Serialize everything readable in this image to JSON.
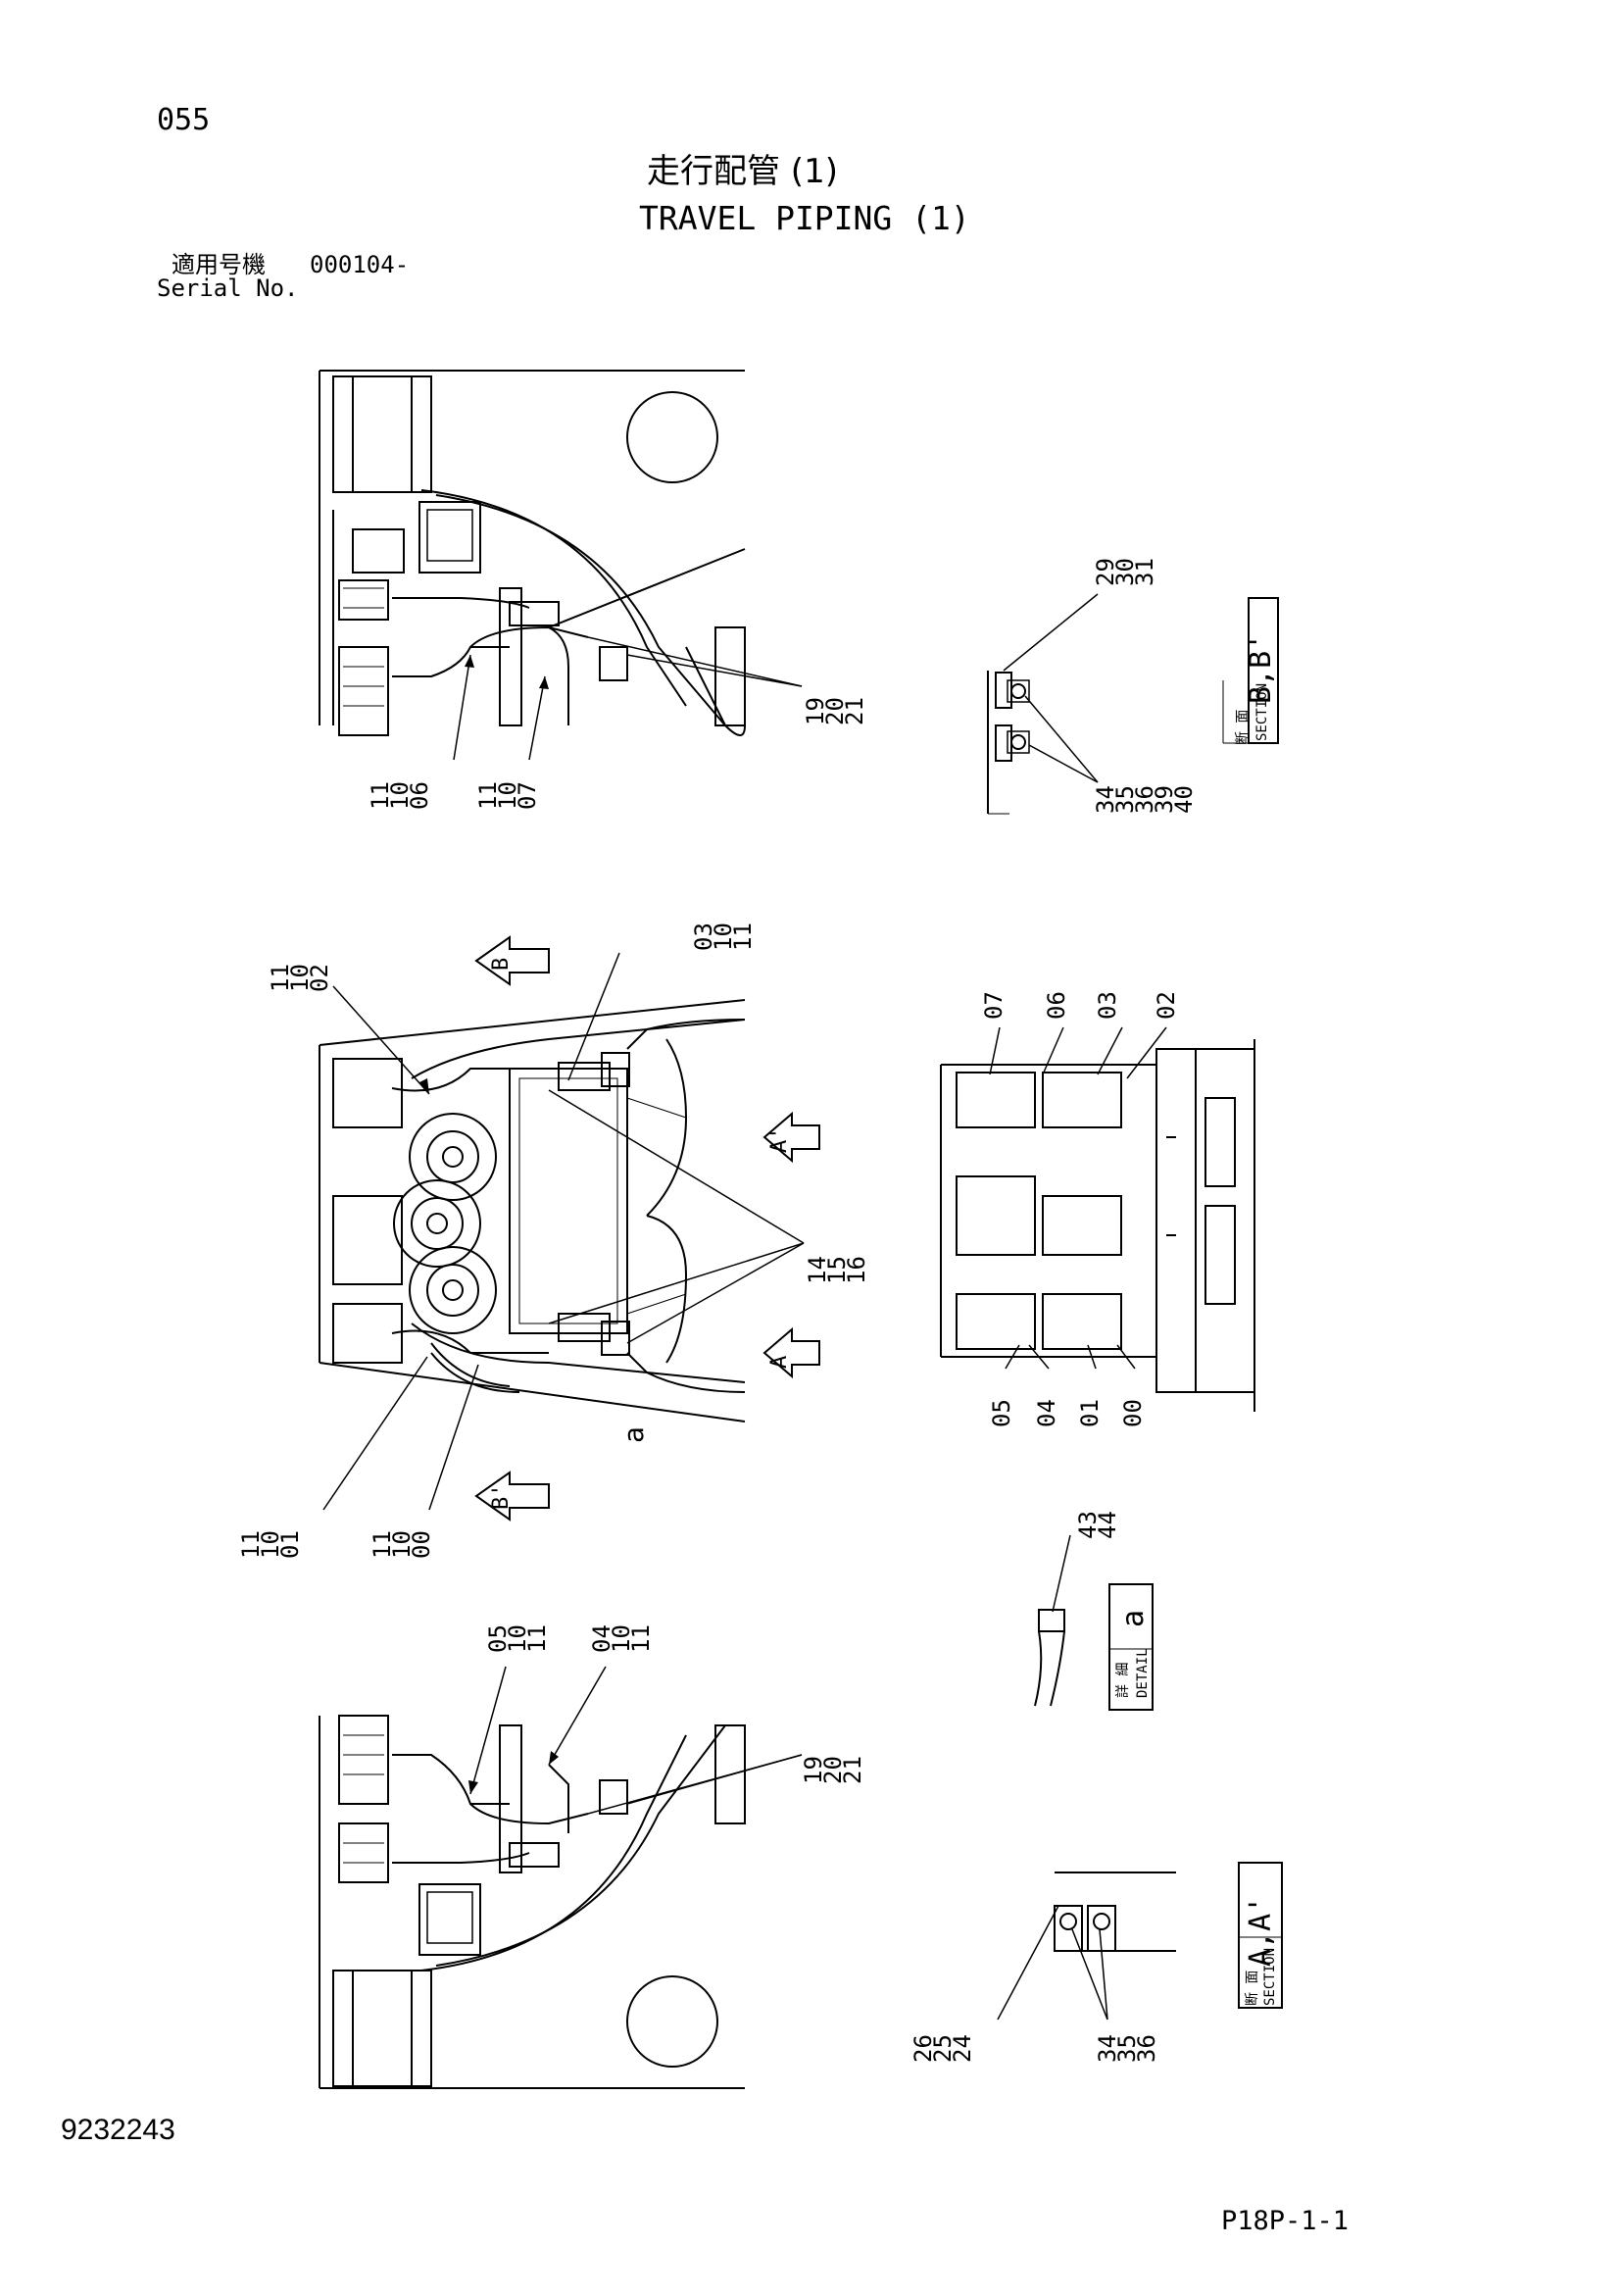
{
  "header": {
    "page_number": "055",
    "title_jp": "走行配管 (1)",
    "title_en": "TRAVEL PIPING (1)",
    "serial_label_jp": "適用号機",
    "serial_value": "000104-",
    "serial_label_en": "Serial No."
  },
  "footer": {
    "doc_id": "9232243",
    "page_code": "P18P-1-1"
  },
  "callouts": {
    "top_view": [
      [
        "11",
        "10",
        "06"
      ],
      [
        "11",
        "10",
        "07"
      ],
      [
        "19",
        "20",
        "21"
      ]
    ],
    "section_bb": [
      [
        "29",
        "30",
        "31"
      ],
      [
        "34",
        "35",
        "36",
        "39",
        "40"
      ]
    ],
    "middle_view": [
      [
        "11",
        "10",
        "02"
      ],
      [
        "03",
        "10",
        "11"
      ],
      [
        "14",
        "15",
        "16"
      ],
      [
        "11",
        "10",
        "01"
      ],
      [
        "11",
        "10",
        "00"
      ]
    ],
    "valve_block": [
      [
        "07"
      ],
      [
        "06"
      ],
      [
        "03"
      ],
      [
        "02"
      ],
      [
        "05"
      ],
      [
        "04"
      ],
      [
        "01"
      ],
      [
        "00"
      ]
    ],
    "detail_a": [
      [
        "43",
        "44"
      ]
    ],
    "bottom_view": [
      [
        "05",
        "10",
        "11"
      ],
      [
        "04",
        "10",
        "11"
      ],
      [
        "19",
        "20",
        "21"
      ]
    ],
    "section_aa": [
      [
        "26",
        "25",
        "24"
      ],
      [
        "34",
        "35",
        "36"
      ]
    ]
  },
  "section_labels": {
    "bb": {
      "jp": "断 面",
      "en": "SECTION",
      "id": "B,B'"
    },
    "aa": {
      "jp": "断 面",
      "en": "SECTION",
      "id": "A,A'"
    },
    "detail": {
      "jp": "詳 細",
      "en": "DETAIL",
      "id": "a"
    }
  },
  "view_markers": {
    "b_top": "B",
    "b_bottom": "B'",
    "a_right_top": "A'",
    "a_right_bottom": "A",
    "detail_ref": "a"
  }
}
